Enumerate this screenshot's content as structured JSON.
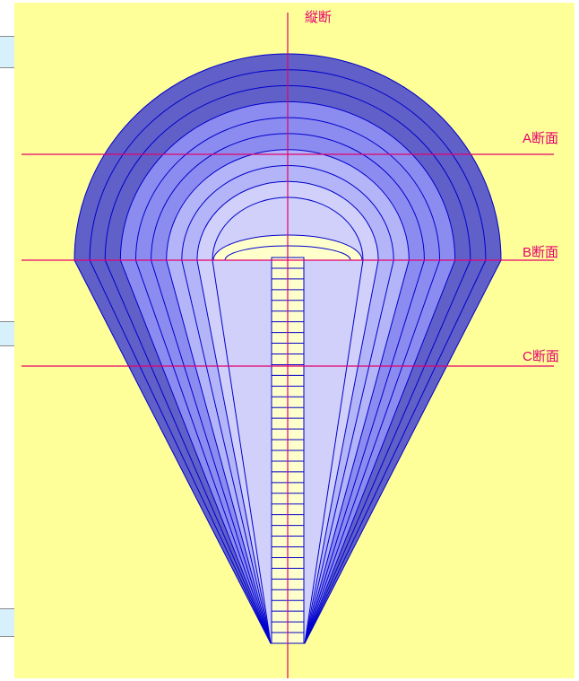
{
  "labels": {
    "longitudinal": "縦断",
    "section_a": "A断面",
    "section_b": "B断面",
    "section_c": "C断面"
  },
  "colors": {
    "background": "#ffff99",
    "section_line": "#e4006e",
    "outline": "#0000cc",
    "layer_dark": "#6060c8",
    "layer_mid": "#8c8cf0",
    "layer_light": "#b4b4f8",
    "layer_core": "#d0d0fa",
    "side_tab": "#d6f1fb"
  },
  "diagram": {
    "layer_count": 10,
    "shaft_segments": 36
  }
}
